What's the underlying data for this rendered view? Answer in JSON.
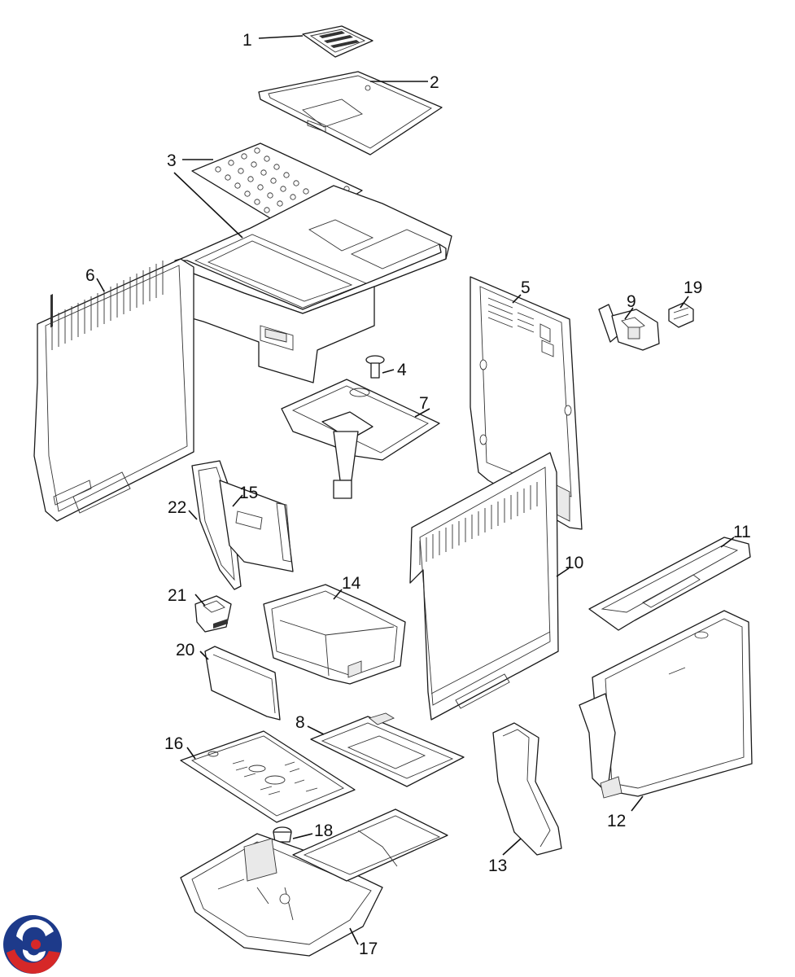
{
  "callouts": [
    {
      "id": "1",
      "label": "1"
    },
    {
      "id": "2",
      "label": "2"
    },
    {
      "id": "3",
      "label": "3"
    },
    {
      "id": "4",
      "label": "4"
    },
    {
      "id": "5",
      "label": "5"
    },
    {
      "id": "6",
      "label": "6"
    },
    {
      "id": "7",
      "label": "7"
    },
    {
      "id": "8",
      "label": "8"
    },
    {
      "id": "9",
      "label": "9"
    },
    {
      "id": "10",
      "label": "10"
    },
    {
      "id": "11",
      "label": "11"
    },
    {
      "id": "12",
      "label": "12"
    },
    {
      "id": "13",
      "label": "13"
    },
    {
      "id": "14",
      "label": "14"
    },
    {
      "id": "15",
      "label": "15"
    },
    {
      "id": "16",
      "label": "16"
    },
    {
      "id": "17",
      "label": "17"
    },
    {
      "id": "18",
      "label": "18"
    },
    {
      "id": "19",
      "label": "19"
    },
    {
      "id": "20",
      "label": "20"
    },
    {
      "id": "21",
      "label": "21"
    },
    {
      "id": "22",
      "label": "22"
    }
  ],
  "logo": {
    "name": "brand-logo-icon",
    "colors": [
      "#1d3a8a",
      "#d62828"
    ]
  }
}
